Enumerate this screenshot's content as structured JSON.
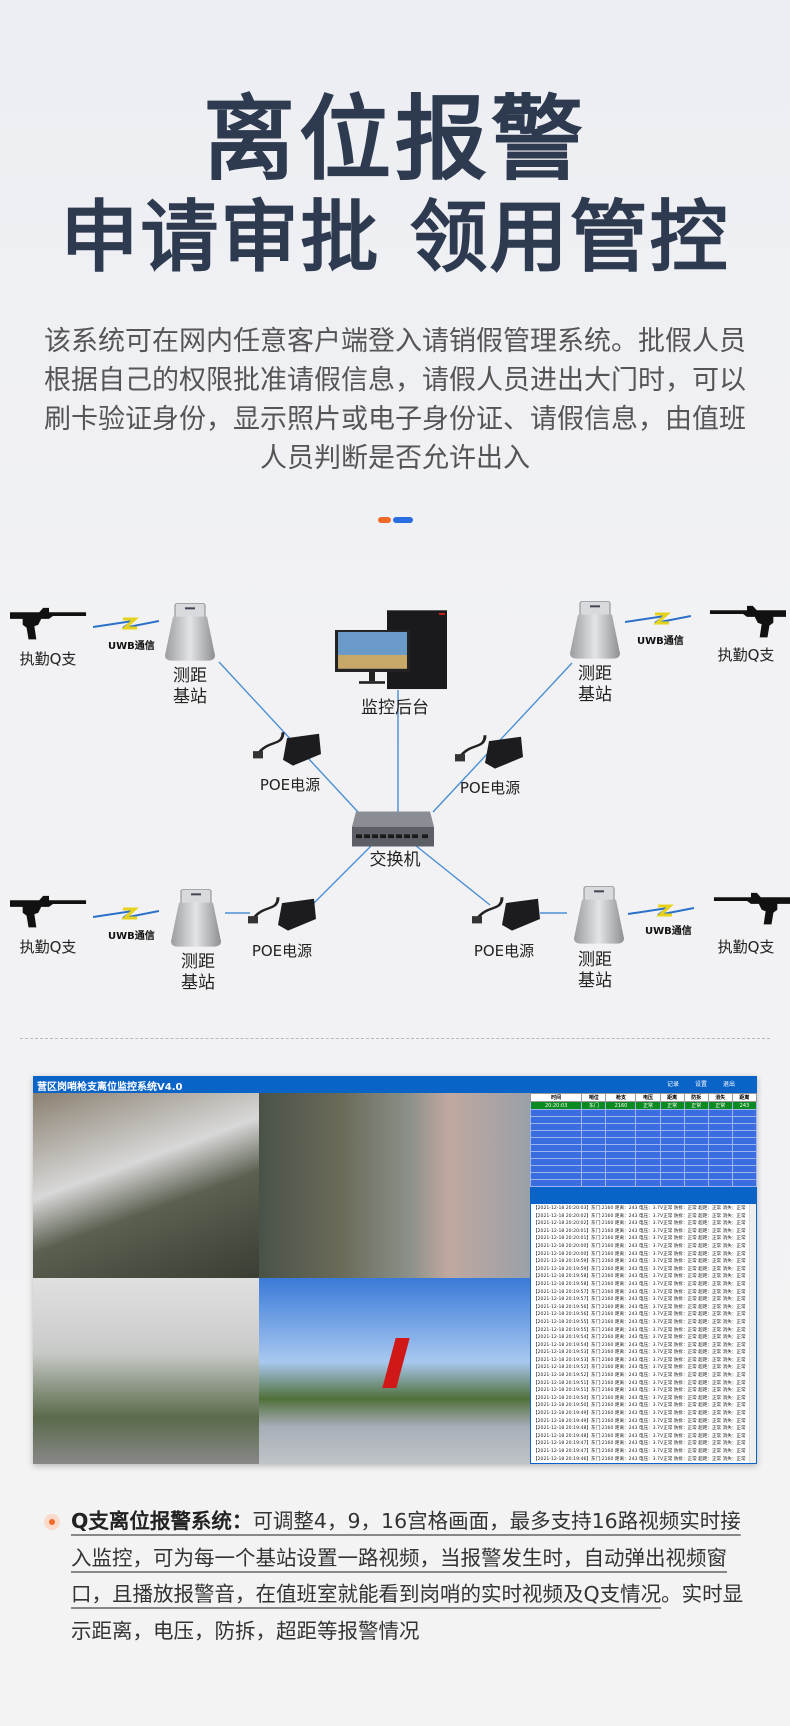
{
  "title_line1": "离位报警",
  "title_line2": "申请审批 领用管控",
  "intro": "该系统可在网内任意客户端登入请销假管理系统。批假人员根据自己的权限批准请假信息，请假人员进出大门时，可以刷卡验证身份，显示照片或电子身份证、请假信息，由值班人员判断是否允许出入",
  "accent_colors": {
    "orange": "#f06a2a",
    "blue": "#2a6de0",
    "title": "#2e3a50"
  },
  "diagram": {
    "gun_label": "执勤Q支",
    "uwb_label": "UWB通信",
    "base_label_1": "测距",
    "base_label_2": "基站",
    "poe_label": "POE电源",
    "monitor_label": "监控后台",
    "switch_label": "交换机"
  },
  "software": {
    "title": "营区岗哨枪支离位监控系统V4.0",
    "menu": [
      "记录",
      "设置",
      "退出"
    ],
    "columns": [
      "时间",
      "哨位",
      "枪支",
      "电压",
      "距离",
      "防拆",
      "消失",
      "距离"
    ],
    "row": [
      "20:20:03",
      "东门",
      "2160",
      "正常",
      "正常",
      "正常",
      "正常",
      "243"
    ],
    "log": [
      "【2021-12-18 20:20:03】东门:2160 距离：243 电压：3.7V正常 防拆：正常 超距：正常 消失：正常",
      "【2021-12-18 20:20:02】东门:2160 距离：243 电压：3.7V正常 防拆：正常 超距：正常 消失：正常",
      "【2021-12-18 20:20:02】东门:2160 距离：243 电压：3.7V正常 防拆：正常 超距：正常 消失：正常",
      "【2021-12-18 20:20:01】东门:2160 距离：243 电压：3.7V正常 防拆：正常 超距：正常 消失：正常",
      "【2021-12-18 20:20:01】东门:2160 距离：243 电压：3.7V正常 防拆：正常 超距：正常 消失：正常",
      "【2021-12-18 20:20:00】东门:2160 距离：243 电压：3.7V正常 防拆：正常 超距：正常 消失：正常",
      "【2021-12-18 20:20:00】东门:2160 距离：243 电压：3.7V正常 防拆：正常 超距：正常 消失：正常",
      "【2021-12-18 20:19:59】东门:2160 距离：243 电压：3.7V正常 防拆：正常 超距：正常 消失：正常",
      "【2021-12-18 20:19:59】东门:2160 距离：243 电压：3.7V正常 防拆：正常 超距：正常 消失：正常",
      "【2021-12-18 20:19:58】东门:2160 距离：243 电压：3.7V正常 防拆：正常 超距：正常 消失：正常",
      "【2021-12-18 20:19:58】东门:2160 距离：243 电压：3.7V正常 防拆：正常 超距：正常 消失：正常",
      "【2021-12-18 20:19:57】东门:2160 距离：243 电压：3.7V正常 防拆：正常 超距：正常 消失：正常",
      "【2021-12-18 20:19:57】东门:2160 距离：243 电压：3.7V正常 防拆：正常 超距：正常 消失：正常",
      "【2021-12-18 20:19:56】东门:2160 距离：243 电压：3.7V正常 防拆：正常 超距：正常 消失：正常",
      "【2021-12-18 20:19:56】东门:2160 距离：243 电压：3.7V正常 防拆：正常 超距：正常 消失：正常",
      "【2021-12-18 20:19:55】东门:2160 距离：243 电压：3.7V正常 防拆：正常 超距：正常 消失：正常",
      "【2021-12-18 20:19:55】东门:2160 距离：243 电压：3.7V正常 防拆：正常 超距：正常 消失：正常",
      "【2021-12-18 20:19:54】东门:2160 距离：243 电压：3.7V正常 防拆：正常 超距：正常 消失：正常",
      "【2021-12-18 20:19:54】东门:2160 距离：243 电压：3.7V正常 防拆：正常 超距：正常 消失：正常",
      "【2021-12-18 20:19:53】东门:2160 距离：243 电压：3.7V正常 防拆：正常 超距：正常 消失：正常",
      "【2021-12-18 20:19:53】东门:2160 距离：243 电压：3.7V正常 防拆：正常 超距：正常 消失：正常",
      "【2021-12-18 20:19:52】东门:2160 距离：243 电压：3.7V正常 防拆：正常 超距：正常 消失：正常",
      "【2021-12-18 20:19:52】东门:2160 距离：243 电压：3.7V正常 防拆：正常 超距：正常 消失：正常",
      "【2021-12-18 20:19:51】东门:2160 距离：243 电压：3.7V正常 防拆：正常 超距：正常 消失：正常",
      "【2021-12-18 20:19:51】东门:2160 距离：243 电压：3.7V正常 防拆：正常 超距：正常 消失：正常",
      "【2021-12-18 20:19:50】东门:2160 距离：243 电压：3.7V正常 防拆：正常 超距：正常 消失：正常",
      "【2021-12-18 20:19:50】东门:2160 距离：243 电压：3.7V正常 防拆：正常 超距：正常 消失：正常",
      "【2021-12-18 20:19:49】东门:2160 距离：243 电压：3.7V正常 防拆：正常 超距：正常 消失：正常",
      "【2021-12-18 20:19:49】东门:2160 距离：243 电压：3.7V正常 防拆：正常 超距：正常 消失：正常",
      "【2021-12-18 20:19:48】东门:2160 距离：243 电压：3.7V正常 防拆：正常 超距：正常 消失：正常",
      "【2021-12-18 20:19:48】东门:2160 距离：243 电压：3.7V正常 防拆：正常 超距：正常 消失：正常",
      "【2021-12-18 20:19:47】东门:2160 距离：243 电压：3.7V正常 防拆：正常 超距：正常 消失：正常",
      "【2021-12-18 20:19:47】东门:2160 距离：243 电压：3.7V正常 防拆：正常 超距：正常 消失：正常",
      "【2021-12-18 20:19:46】东门:2160 距离：243 电压：3.7V正常 防拆：正常 超距：正常 消失：正常"
    ]
  },
  "feature": {
    "heading": "Q支离位报警系统：",
    "body": "可调整4，9，16宫格画面，最多支持16路视频实时接入监控，可为每一个基站设置一路视频，当报警发生时，自动弹出视频窗口，且播放报警音，在值班室就能看到岗哨的实时视频及Q支情况",
    "tail": "。实时显示距离，电压，防拆，超距等报警情况"
  }
}
